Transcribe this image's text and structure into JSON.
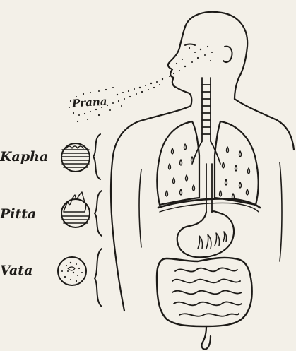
{
  "labels": {
    "prana": "Prana",
    "kapha": "Kapha",
    "pitta": "Pitta",
    "vata": "Vata"
  },
  "colors": {
    "ink": "#1d1b18",
    "paper": "#f3f0e8"
  }
}
